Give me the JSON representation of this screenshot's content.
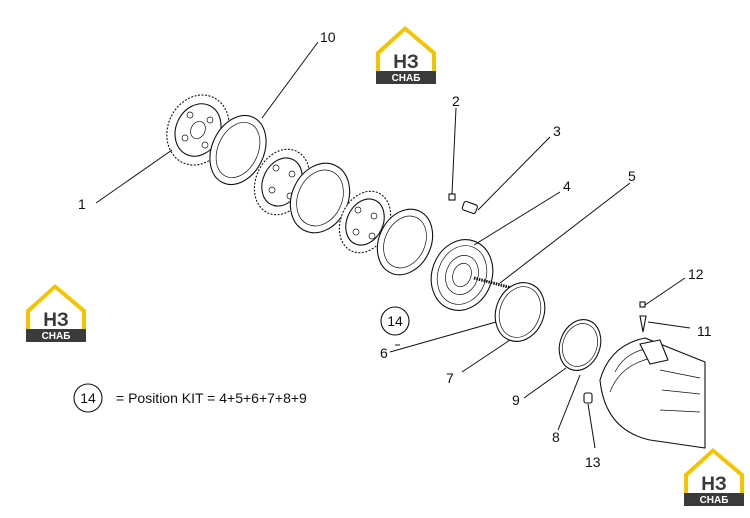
{
  "callouts": [
    {
      "id": "c1",
      "label": "1"
    },
    {
      "id": "c2",
      "label": "2"
    },
    {
      "id": "c3",
      "label": "3"
    },
    {
      "id": "c4",
      "label": "4"
    },
    {
      "id": "c5",
      "label": "5"
    },
    {
      "id": "c6",
      "label": "6"
    },
    {
      "id": "c7",
      "label": "7"
    },
    {
      "id": "c8",
      "label": "8"
    },
    {
      "id": "c9",
      "label": "9"
    },
    {
      "id": "c10",
      "label": "10"
    },
    {
      "id": "c11",
      "label": "11"
    },
    {
      "id": "c12",
      "label": "12"
    },
    {
      "id": "c13",
      "label": "13"
    },
    {
      "id": "c14",
      "label": "14"
    }
  ],
  "kit_note": {
    "circle_label": "14",
    "text": "= Position KIT = 4+5+6+7+8+9"
  },
  "watermark": {
    "logo_letters": "НЗ",
    "logo_word": "СНАБ",
    "colors": {
      "yellow": "#f5c400",
      "dark": "#3a3a3a"
    }
  }
}
